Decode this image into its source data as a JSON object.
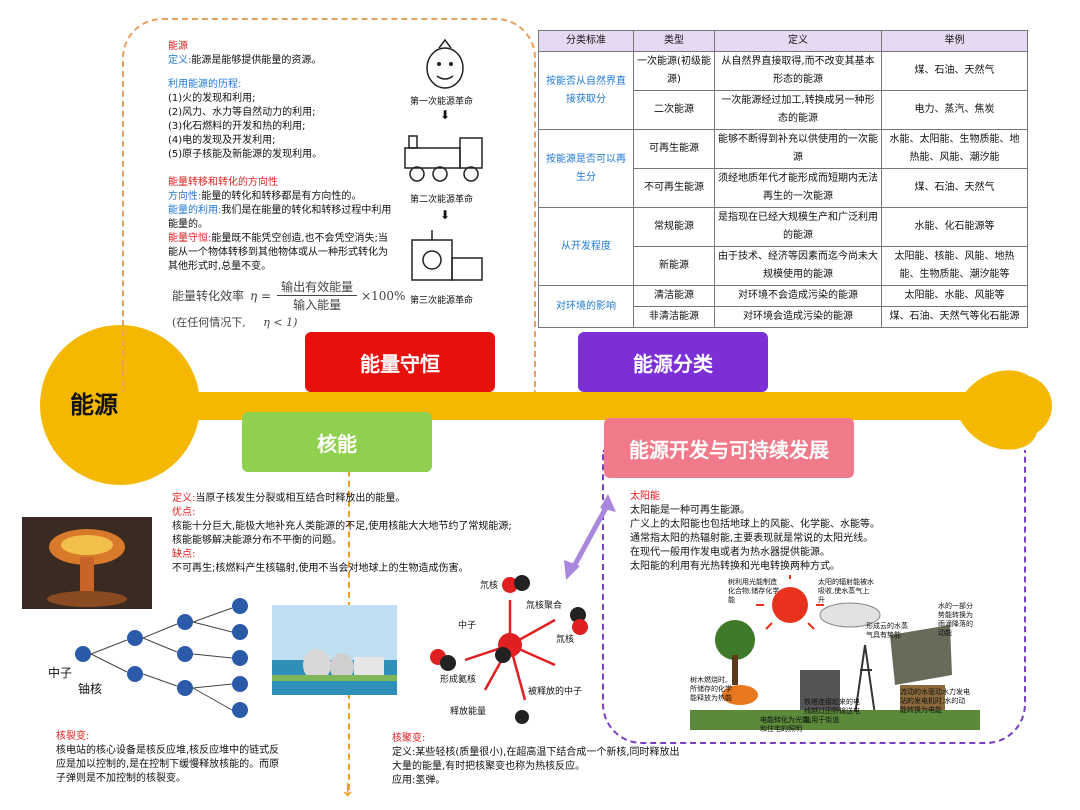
{
  "root": {
    "title": "能源"
  },
  "branches": {
    "conservation": "能量守恒",
    "classification": "能源分类",
    "nuclear": "核能",
    "development": "能源开发与可持续发展"
  },
  "energy": {
    "heading": "能源",
    "def_label": "定义:",
    "def_text": "能源是能够提供能量的资源。",
    "history_title": "利用能源的历程:",
    "history": [
      "(1)火的发现和利用;",
      "(2)风力、水力等自然动力的利用;",
      "(3)化石燃料的开发和热的利用;",
      "(4)电的发现及开发利用;",
      "(5)原子核能及新能源的发现利用。"
    ],
    "direction_title": "能量转移和转化的方向性",
    "direction_label": "方向性:",
    "direction_text": "能量的转化和转移都是有方向性的。",
    "use_label": "能量的利用:",
    "use_text": "我们是在能量的转化和转移过程中利用能量的。",
    "conservation_label": "能量守恒:",
    "conservation_text": "能量既不能凭空创造,也不会凭空消失;当能从一个物体转移到其他物体或从一种形式转化为其他形式时,总量不变。",
    "eff_label": "能量转化效率",
    "eff_eta": "η =",
    "eff_num": "输出有效能量",
    "eff_den": "输入能量",
    "eff_times": "×100%",
    "eff_note": "(在任何情况下,",
    "eff_cond": "η < 1)",
    "revolutions": [
      "第一次能源革命",
      "第二次能源革命",
      "第三次能源革命"
    ]
  },
  "table": {
    "headers": [
      "分类标准",
      "类型",
      "定义",
      "举例"
    ],
    "rows": [
      {
        "cat": "按能否从自然界直接获取分",
        "span": 2,
        "type": "一次能源(初级能源)",
        "def": "从自然界直接取得,而不改变其基本形态的能源",
        "ex": "煤、石油、天然气"
      },
      {
        "type": "二次能源",
        "def": "一次能源经过加工,转换成另一种形态的能源",
        "ex": "电力、蒸汽、焦炭"
      },
      {
        "cat": "按能源是否可以再生分",
        "span": 2,
        "type": "可再生能源",
        "def": "能够不断得到补充以供使用的一次能源",
        "ex": "水能、太阳能、生物质能、地热能、风能、潮汐能"
      },
      {
        "type": "不可再生能源",
        "def": "须经地质年代才能形成而短期内无法再生的一次能源",
        "ex": "煤、石油、天然气"
      },
      {
        "cat": "从开发程度",
        "span": 2,
        "type": "常规能源",
        "def": "是指现在已经大规模生产和广泛利用的能源",
        "ex": "水能、化石能源等"
      },
      {
        "type": "新能源",
        "def": "由于技术、经济等因素而迄今尚未大规模使用的能源",
        "ex": "太阳能、核能、风能、地热能、生物质能、潮汐能等"
      },
      {
        "cat": "对环境的影响",
        "span": 2,
        "type": "清洁能源",
        "def": "对环境不会造成污染的能源",
        "ex": "太阳能、水能、风能等"
      },
      {
        "type": "非清洁能源",
        "def": "对环境会造成污染的能源",
        "ex": "煤、石油、天然气等化石能源"
      }
    ]
  },
  "nuclear": {
    "def_label": "定义:",
    "def_text": "当原子核发生分裂或相互结合时释放出的能量。",
    "adv_label": "优点:",
    "adv_text": "核能十分巨大,能极大地补充人类能源的不足,使用核能大大地节约了常规能源;核能能够解决能源分布不平衡的问题。",
    "dis_label": "缺点:",
    "dis_text": "不可再生;核燃料产生核辐射,使用不当会对地球上的生物造成伤害。",
    "fission_title": "核裂变:",
    "fission_text": "核电站的核心设备是核反应堆,核反应堆中的链式反应是加以控制的,是在控制下缓慢释放核能的。而原子弹则是不加控制的核裂变。",
    "fusion_title": "核聚变:",
    "fusion_def": "定义:某些轻核(质量很小),在超高温下结合成一个新核,同时释放出大量的能量,有时把核聚变也称为热核反应。",
    "fusion_use": "应用:氢弹。",
    "fission_labels": {
      "neutron": "中子",
      "uranium": "铀核"
    },
    "fusion_labels": [
      "氘核",
      "氚核聚合",
      "中子",
      "氚核",
      "形成氦核",
      "被释放的中子",
      "释放能量"
    ]
  },
  "solar": {
    "title": "太阳能",
    "lines": [
      "太阳能是一种可再生能源。",
      "广义上的太阳能也包括地球上的风能、化学能、水能等。",
      "通常指太阳的热辐射能,主要表现就是常说的太阳光线。",
      "在现代一般用作发电或者为热水器提供能源。",
      "太阳能的利用有光热转换和光电转换两种方式。"
    ],
    "diagram_labels": [
      "树利用光能制造化合物,储存化学能",
      "太阳的辐射能被水吸收,使水蒸气上升",
      "水的一部分势能转换为雨滴降落的动能",
      "形成云的水蒸气具有势能",
      "树木燃烧时,所储存的化学能释放为热能",
      "铁塔连接起来的电线越过田野输送电能",
      "流动的水驱动水力发电站的发电机时,水的动能转换为电能",
      "电能转化为光能,用于街道和住宅的照明"
    ]
  },
  "colors": {
    "spine": "#f5b800",
    "conservation": "#e8100a",
    "classification": "#7b2fd4",
    "nuclear": "#8fd14f",
    "development": "#f07a8a"
  }
}
